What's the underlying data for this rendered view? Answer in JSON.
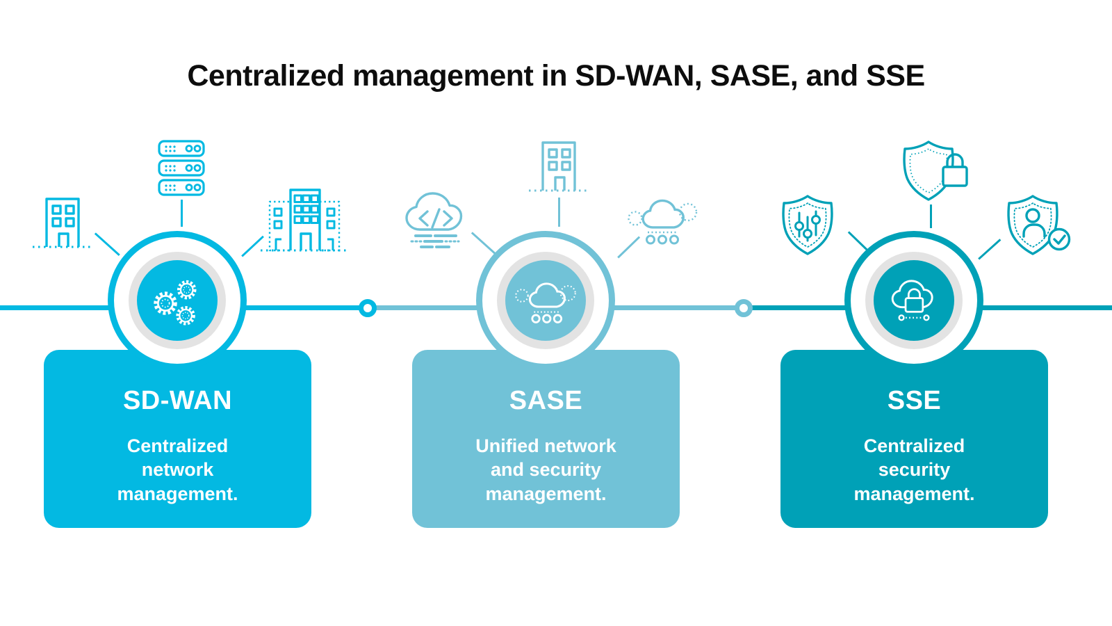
{
  "title": "Centralized management in SD-WAN, SASE, and SSE",
  "colors": {
    "sdwan_accent": "#03b9e2",
    "sase_accent": "#71c2d7",
    "sse_accent": "#00a1b7",
    "emblem_ring_gray": "#e3e3e3",
    "card_text": "#ffffff",
    "title_text": "#0d0d0d",
    "background": "#ffffff"
  },
  "timeline": {
    "segments": [
      {
        "section": "sdwan",
        "color": "#03b9e2"
      },
      {
        "section": "sase",
        "color": "#71c2d7"
      },
      {
        "section": "sse",
        "color": "#00a1b7"
      }
    ],
    "connector_dots": 2
  },
  "sections": [
    {
      "name": "SD-WAN",
      "description": "Centralized network management.",
      "center_icon": "gears-icon",
      "satellite_icons": [
        {
          "position": "left",
          "name": "office-building-icon"
        },
        {
          "position": "top",
          "name": "server-stack-icon"
        },
        {
          "position": "right",
          "name": "city-buildings-icon"
        }
      ]
    },
    {
      "name": "SASE",
      "description": "Unified network and security management.",
      "center_icon": "cloud-network-icon",
      "satellite_icons": [
        {
          "position": "left",
          "name": "cloud-code-icon"
        },
        {
          "position": "top",
          "name": "office-building-icon"
        },
        {
          "position": "right",
          "name": "cloud-nodes-icon"
        }
      ]
    },
    {
      "name": "SSE",
      "description": "Centralized security management.",
      "center_icon": "cloud-lock-icon",
      "satellite_icons": [
        {
          "position": "left",
          "name": "shield-sliders-icon"
        },
        {
          "position": "top",
          "name": "shield-lock-icon"
        },
        {
          "position": "right",
          "name": "shield-user-icon"
        }
      ]
    }
  ]
}
